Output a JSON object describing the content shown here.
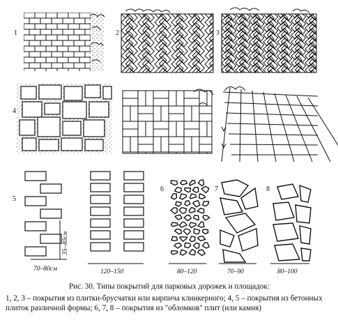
{
  "caption": {
    "title": "Рис. 30. Типы покрытий для парковых дорожек и площадок:",
    "body": "1, 2, 3 – покрытия из плитки-брусчатки или кирпича клинкерного; 4, 5 – покрытия из бетонных плиток различной формы; 6, 7, 8 – покрытия из \"обломков\" плит (или камня)"
  },
  "panels": {
    "p1": "1",
    "p2": "2",
    "p3": "3",
    "p4": "4",
    "p5": "5",
    "p6": "6",
    "p7": "7",
    "p8": "8"
  },
  "dimensions": {
    "d5_width": "70–80см",
    "d5_height": "35–40см",
    "d_double": "120–150",
    "d6": "80–120",
    "d7": "70–90",
    "d8": "80–100"
  }
}
